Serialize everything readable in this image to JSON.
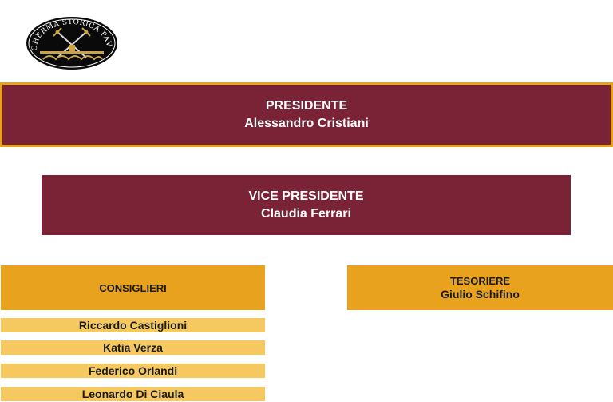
{
  "logo": {
    "text": "SCHERMA STORICA PAVIA",
    "icon": "crossed-swords-bridge-emblem"
  },
  "presidente": {
    "role": "PRESIDENTE",
    "name": "Alessandro Cristiani"
  },
  "vice_presidente": {
    "role": "VICE PRESIDENTE",
    "name": "Claudia Ferrari"
  },
  "consiglieri": {
    "role": "CONSIGLIERI",
    "members": [
      "Riccardo Castiglioni",
      "Katia Verza",
      "Federico Orlandi",
      "Leonardo Di Ciaula"
    ]
  },
  "tesoriere": {
    "role": "TESORIERE",
    "name": "Giulio Schifino"
  },
  "colors": {
    "burgundy": "#7a2336",
    "gold": "#e8a21d",
    "light_gold": "#f5c860"
  }
}
